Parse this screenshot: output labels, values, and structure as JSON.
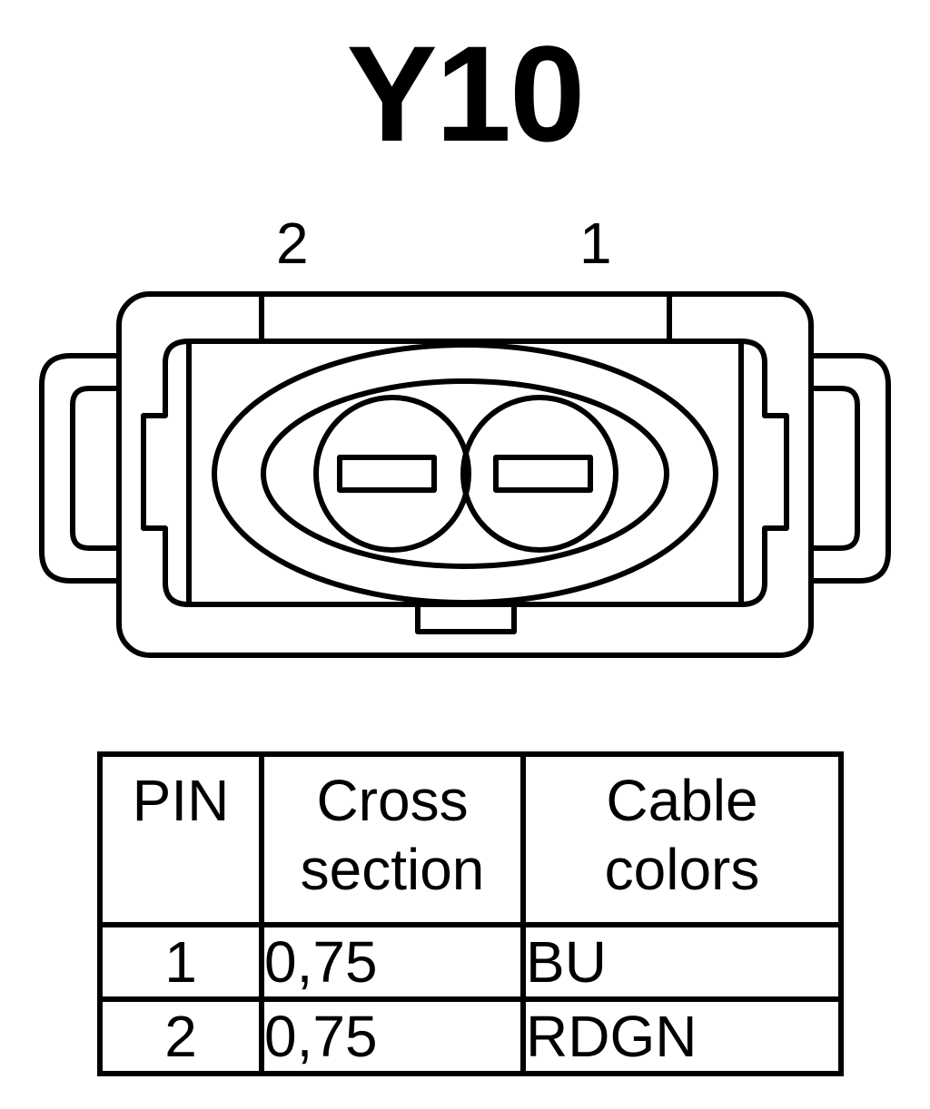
{
  "title": "Y10",
  "pin_labels": [
    "2",
    "1"
  ],
  "table": {
    "headers": {
      "pin": "PIN",
      "cross_line1": "Cross",
      "cross_line2": "section",
      "color_line1": "Cable",
      "color_line2": "colors"
    },
    "rows": [
      {
        "pin": "1",
        "cross_section": "0,75",
        "color": "BU"
      },
      {
        "pin": "2",
        "cross_section": "0,75",
        "color": "RDGN"
      }
    ]
  }
}
